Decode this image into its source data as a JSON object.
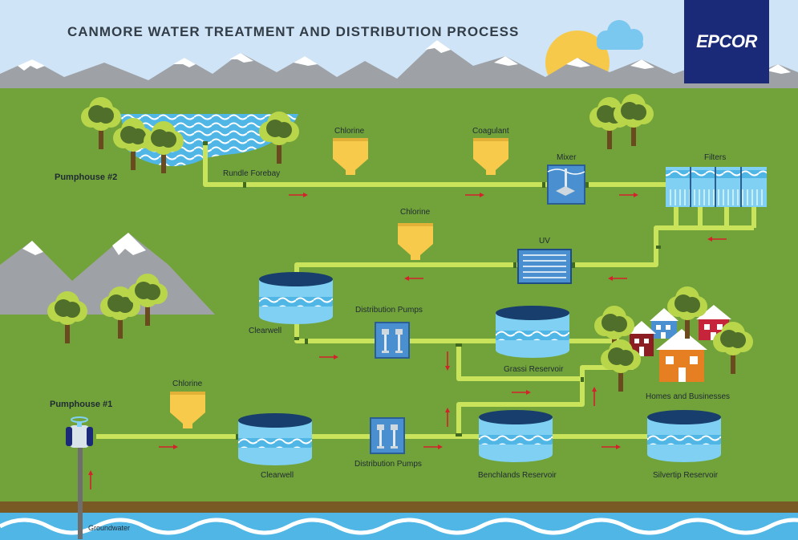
{
  "title": "CANMORE WATER TREATMENT AND DISTRIBUTION PROCESS",
  "logo_text": "EPCOR",
  "labels": {
    "pumphouse2": "Pumphouse #2",
    "rundle_forebay": "Rundle Forebay",
    "chlorine_top": "Chlorine",
    "coagulant": "Coagulant",
    "mixer": "Mixer",
    "filters": "Filters",
    "chlorine_mid": "Chlorine",
    "uv": "UV",
    "clearwell_upper": "Clearwell",
    "distribution_pumps_upper": "Distribution Pumps",
    "grassi_reservoir": "Grassi Reservoir",
    "homes_businesses": "Homes and Businesses",
    "pumphouse1": "Pumphouse #1",
    "chlorine_bottom": "Chlorine",
    "clearwell_lower": "Clearwell",
    "distribution_pumps_lower": "Distribution Pumps",
    "benchlands_reservoir": "Benchlands Reservoir",
    "silvertip_reservoir": "Silvertip Reservoir",
    "groundwater": "Groundwater"
  },
  "colors": {
    "sky": "#cfe4f6",
    "grass": "#72a33a",
    "pipe": "#c9e35b",
    "water": "#5bc0ec",
    "tank_body": "#7fd0f2",
    "tank_top": "#173e6c",
    "chemical": "#f7ca4c",
    "arrow": "#d2232a",
    "soil": "#7a5a24",
    "mountain": "#9ea2a6",
    "logo": "#1b2a78"
  }
}
